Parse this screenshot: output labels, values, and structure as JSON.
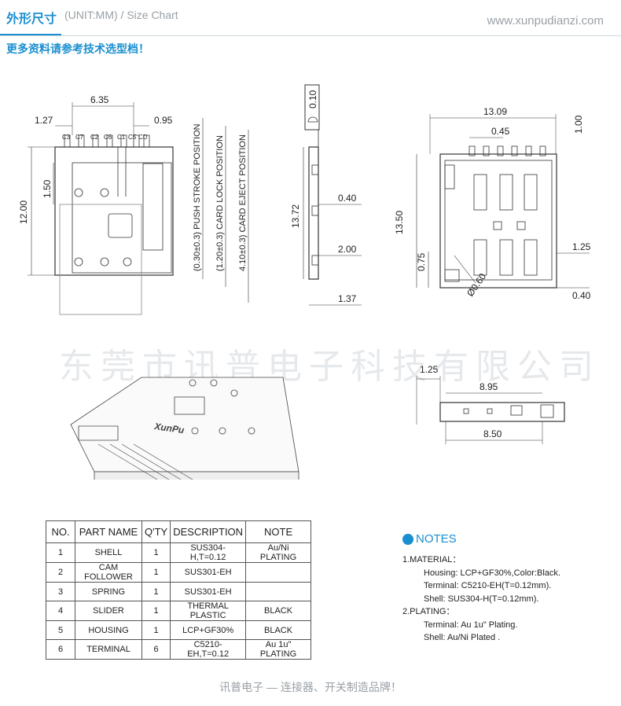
{
  "header": {
    "title": "外形尺寸",
    "subtitle": "(UNIT:MM) / Size Chart",
    "website": "www.xunpudianzi.com"
  },
  "more_info": "更多资料请参考技术选型档！",
  "watermark_text": "东莞市讯普电子科技有限公司",
  "drawing": {
    "front_dims": {
      "d635": "6.35",
      "d127": "1.27",
      "d095": "0.95",
      "d150": "1.50",
      "d1200": "12.00"
    },
    "pins": [
      "C3",
      "C7",
      "C2",
      "C6",
      "C1",
      "C5",
      "CD"
    ],
    "positions": {
      "push": "(0.30±0.3) PUSH STROKE POSITION",
      "lock": "(1.20±0.3) CARD LOCK POSITION",
      "eject": "4.10±0.3) CARD EJECT POSITION"
    },
    "side_dims": {
      "d010": "0.10",
      "d040": "0.40",
      "d1372": "13.72",
      "d200": "2.00",
      "d137": "1.37"
    },
    "bottom_dims": {
      "d1309": "13.09",
      "d045": "0.45",
      "d100": "1.00",
      "d1350": "13.50",
      "d075": "0.75",
      "d060": "Ø0.60",
      "d125": "1.25",
      "d040": "0.40"
    },
    "end_dims": {
      "d125": "1.25",
      "d895": "8.95",
      "d850": "8.50"
    },
    "logo_text": "XunPu"
  },
  "table": {
    "headers": [
      "NO.",
      "PART NAME",
      "Q'TY",
      "DESCRIPTION",
      "NOTE"
    ],
    "rows": [
      [
        "1",
        "SHELL",
        "1",
        "SUS304-H,T=0.12",
        "Au/Ni PLATING"
      ],
      [
        "2",
        "CAM FOLLOWER",
        "1",
        "SUS301-EH",
        ""
      ],
      [
        "3",
        "SPRING",
        "1",
        "SUS301-EH",
        ""
      ],
      [
        "4",
        "SLIDER",
        "1",
        "THERMAL PLASTIC",
        "BLACK"
      ],
      [
        "5",
        "HOUSING",
        "1",
        "LCP+GF30%",
        "BLACK"
      ],
      [
        "6",
        "TERMINAL",
        "6",
        "C5210-EH,T=0.12",
        "Au 1u\" PLATING"
      ]
    ]
  },
  "notes": {
    "title": "NOTES",
    "lines": [
      {
        "text": "1.MATERIAL：",
        "indent": false
      },
      {
        "text": "Housing:  LCP+GF30%,Color:Black.",
        "indent": true
      },
      {
        "text": "Terminal:  C5210-EH(T=0.12mm).",
        "indent": true
      },
      {
        "text": "Shell:  SUS304-H(T=0.12mm).",
        "indent": true
      },
      {
        "text": "2.PLATING：",
        "indent": false
      },
      {
        "text": "Terminal:  Au 1u\" Plating.",
        "indent": true
      },
      {
        "text": "Shell:  Au/Ni Plated .",
        "indent": true
      }
    ]
  },
  "footer": "讯普电子 — 连接器、开关制造品牌！",
  "colors": {
    "accent": "#1a8fd0",
    "muted": "#9aa0a6",
    "line": "#333333"
  }
}
